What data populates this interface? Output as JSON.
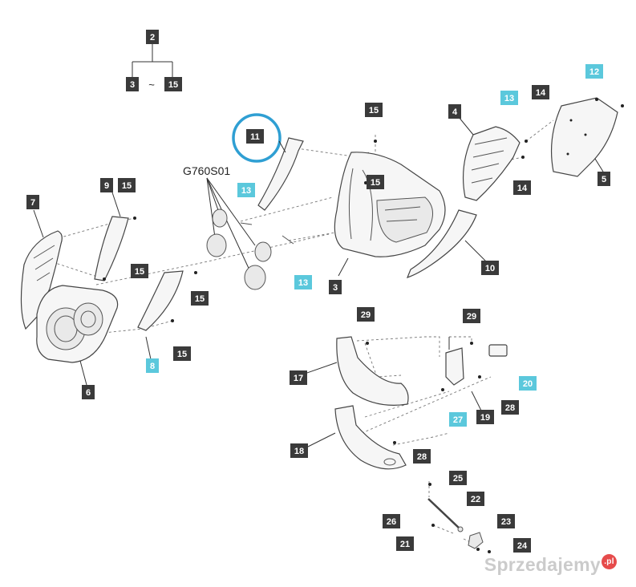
{
  "diagram": {
    "group_code": "G760S01",
    "range_top": "2",
    "range_from": "3",
    "range_tilde": "~",
    "range_to": "15",
    "highlight_color": "#2f9fd3",
    "highlighted_part": "11",
    "callouts": [
      {
        "id": "c7",
        "text": "7",
        "style": "dark"
      },
      {
        "id": "c9",
        "text": "9",
        "style": "dark"
      },
      {
        "id": "c15a",
        "text": "15",
        "style": "dark"
      },
      {
        "id": "c15b",
        "text": "15",
        "style": "dark"
      },
      {
        "id": "c15c",
        "text": "15",
        "style": "dark"
      },
      {
        "id": "c15d",
        "text": "15",
        "style": "dark"
      },
      {
        "id": "c8",
        "text": "8",
        "style": "cyan"
      },
      {
        "id": "c6",
        "text": "6",
        "style": "dark"
      },
      {
        "id": "c11",
        "text": "11",
        "style": "dark"
      },
      {
        "id": "c13a",
        "text": "13",
        "style": "cyan"
      },
      {
        "id": "c13b",
        "text": "13",
        "style": "cyan"
      },
      {
        "id": "c15e",
        "text": "15",
        "style": "dark"
      },
      {
        "id": "c15f",
        "text": "15",
        "style": "dark"
      },
      {
        "id": "c3",
        "text": "3",
        "style": "dark"
      },
      {
        "id": "c10",
        "text": "10",
        "style": "dark"
      },
      {
        "id": "c4",
        "text": "4",
        "style": "dark"
      },
      {
        "id": "c13c",
        "text": "13",
        "style": "cyan"
      },
      {
        "id": "c14a",
        "text": "14",
        "style": "dark"
      },
      {
        "id": "c14b",
        "text": "14",
        "style": "dark"
      },
      {
        "id": "c12",
        "text": "12",
        "style": "cyan"
      },
      {
        "id": "c5",
        "text": "5",
        "style": "dark"
      },
      {
        "id": "c29a",
        "text": "29",
        "style": "dark"
      },
      {
        "id": "c29b",
        "text": "29",
        "style": "dark"
      },
      {
        "id": "c17",
        "text": "17",
        "style": "dark"
      },
      {
        "id": "c20",
        "text": "20",
        "style": "cyan"
      },
      {
        "id": "c28a",
        "text": "28",
        "style": "dark"
      },
      {
        "id": "c19",
        "text": "19",
        "style": "dark"
      },
      {
        "id": "c27",
        "text": "27",
        "style": "cyan"
      },
      {
        "id": "c18",
        "text": "18",
        "style": "dark"
      },
      {
        "id": "c28b",
        "text": "28",
        "style": "dark"
      },
      {
        "id": "c25",
        "text": "25",
        "style": "dark"
      },
      {
        "id": "c22",
        "text": "22",
        "style": "dark"
      },
      {
        "id": "c26",
        "text": "26",
        "style": "dark"
      },
      {
        "id": "c23",
        "text": "23",
        "style": "dark"
      },
      {
        "id": "c21",
        "text": "21",
        "style": "dark"
      },
      {
        "id": "c24",
        "text": "24",
        "style": "dark"
      }
    ]
  },
  "watermark": {
    "text": "Sprzedajemy",
    "badge": ".pl"
  }
}
